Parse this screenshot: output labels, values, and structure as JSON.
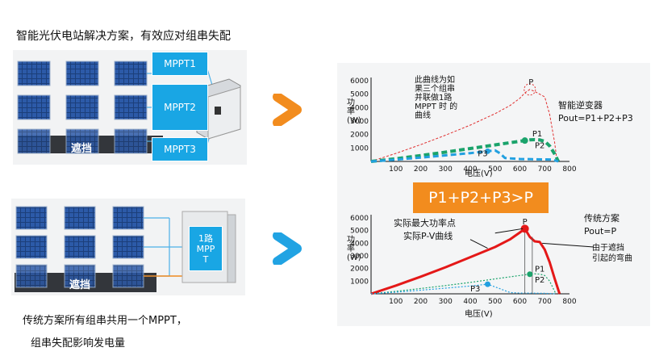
{
  "top": {
    "heading": "智能光伏电站解决方案，有效应对组串失配",
    "mppt_labels": [
      "MPPT1",
      "MPPT2",
      "MPPT3"
    ],
    "shade_label": "遮挡"
  },
  "bottom": {
    "mppt_box": "1路\nMPP\nT",
    "shade_label": "遮挡",
    "caption_line1": "传统方案所有组串共用一个MPPT，",
    "caption_line2": "组串失配影响发电量"
  },
  "compare_label": "P1+P2+P3>P",
  "chart_data": [
    {
      "type": "line",
      "xlabel": "电压(V)",
      "ylabel": "功\n率\n(W)",
      "x_ticks": [
        100,
        200,
        300,
        400,
        500,
        600,
        700,
        800
      ],
      "y_ticks": [
        1000,
        2000,
        3000,
        4000,
        5000,
        6000
      ],
      "xlim": [
        0,
        800
      ],
      "ylim": [
        0,
        6000
      ],
      "series_labels": [
        "P1",
        "P2",
        "P3",
        "P"
      ],
      "annotations": {
        "curve_note": "此曲线为如\n果三个组串\n并联做1路\nMPPT 时 的\n曲线",
        "inverter_title": "智能逆变器",
        "formula": "Pout=P1+P2+P3"
      },
      "colors": {
        "dashed_red": "#e03030",
        "green": "#1aa36b",
        "blue": "#22a0e0"
      },
      "series": [
        {
          "style": "dashed-red",
          "x": [
            0,
            100,
            200,
            300,
            400,
            500,
            560,
            600,
            620,
            640,
            660,
            680,
            700,
            720,
            740,
            750
          ],
          "y": [
            0,
            600,
            1250,
            1950,
            2700,
            3550,
            4150,
            4700,
            5100,
            5350,
            5200,
            5000,
            4800,
            3500,
            1400,
            0
          ]
        },
        {
          "style": "dashed-green",
          "x": [
            0,
            100,
            200,
            300,
            400,
            500,
            600,
            640,
            660,
            680,
            700,
            720,
            740,
            755
          ],
          "y": [
            0,
            200,
            440,
            690,
            960,
            1230,
            1500,
            1600,
            1620,
            1600,
            1500,
            1150,
            550,
            0
          ]
        },
        {
          "style": "dashed-blue",
          "x": [
            0,
            100,
            200,
            300,
            400,
            470,
            500,
            520,
            540,
            600,
            650,
            700,
            730,
            755
          ],
          "y": [
            0,
            130,
            290,
            450,
            620,
            760,
            820,
            600,
            250,
            180,
            160,
            150,
            140,
            0
          ]
        }
      ]
    },
    {
      "type": "line",
      "xlabel": "电压(V)",
      "ylabel": "功\n率\n(W)",
      "x_ticks": [
        100,
        200,
        300,
        400,
        500,
        600,
        700,
        800
      ],
      "y_ticks": [
        1000,
        2000,
        3000,
        4000,
        5000,
        6000
      ],
      "xlim": [
        0,
        800
      ],
      "ylim": [
        0,
        6000
      ],
      "series_labels": [
        "P1",
        "P2",
        "P3",
        "P"
      ],
      "annotations": {
        "max_point": "实际最大功率点",
        "pv_curve": "实际P-V曲线",
        "traditional_title": "传统方案",
        "pout": "Pout=P",
        "shade_note": "由于遮挡\n引起的弯曲"
      },
      "colors": {
        "solid_red": "#e41818",
        "green": "#1aa36b",
        "blue": "#22a0e0"
      },
      "series": [
        {
          "style": "solid-red",
          "x": [
            0,
            100,
            200,
            300,
            400,
            500,
            560,
            600,
            620,
            640,
            660,
            680,
            700,
            720,
            740,
            760
          ],
          "y": [
            0,
            650,
            1350,
            2100,
            2900,
            3700,
            4300,
            4850,
            5150,
            4500,
            4150,
            4100,
            3500,
            2500,
            1200,
            0
          ]
        },
        {
          "style": "dotted-green",
          "x": [
            0,
            100,
            200,
            300,
            400,
            500,
            600,
            640,
            660,
            680,
            700,
            720,
            745
          ],
          "y": [
            0,
            200,
            420,
            650,
            900,
            1180,
            1450,
            1550,
            1580,
            1560,
            1450,
            1000,
            0
          ]
        },
        {
          "style": "dotted-blue",
          "x": [
            0,
            100,
            200,
            300,
            400,
            470,
            520,
            560,
            600,
            650,
            700,
            745
          ],
          "y": [
            0,
            130,
            290,
            450,
            620,
            760,
            400,
            100,
            60,
            50,
            40,
            0
          ]
        }
      ]
    }
  ]
}
